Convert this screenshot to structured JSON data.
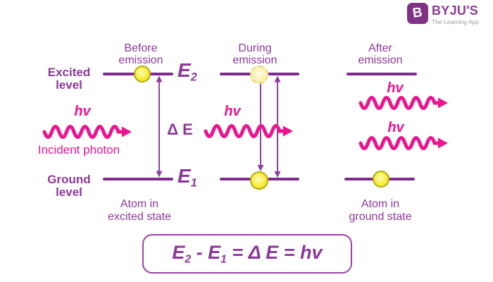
{
  "brand": {
    "name": "BYJU'S",
    "tagline": "The Learning App",
    "icon": "byjus-b-icon"
  },
  "colors": {
    "purple_text": "#8b3898",
    "purple_line": "#7e2a8e",
    "magenta": "#ec148e",
    "atom_yellow": "#f7ec3a",
    "atom_border": "#b3ac0e"
  },
  "columns": [
    {
      "heading": "Before\nemission"
    },
    {
      "heading": "During\nemission"
    },
    {
      "heading": "After\nemission"
    }
  ],
  "levels": {
    "excited_label": "Excited\nlevel",
    "ground_label": "Ground\nlevel",
    "e2": {
      "base": "E",
      "sub": "2"
    },
    "e1": {
      "base": "E",
      "sub": "1"
    }
  },
  "labels": {
    "delta_e": "Δ E",
    "hv": "hv",
    "incident_photon": "Incident photon",
    "atom_excited": "Atom in\nexcited state",
    "atom_ground": "Atom in\nground state"
  },
  "icons": {
    "photon": "wavy-arrow-right-icon",
    "energy_gap": "double-headed-arrow-icon",
    "transition": "down-arrow-icon"
  },
  "formula": {
    "e2_base": "E",
    "e2_sub": "2",
    "minus": " - ",
    "e1_base": "E",
    "e1_sub": "1",
    "rest": " = Δ E = hv"
  }
}
